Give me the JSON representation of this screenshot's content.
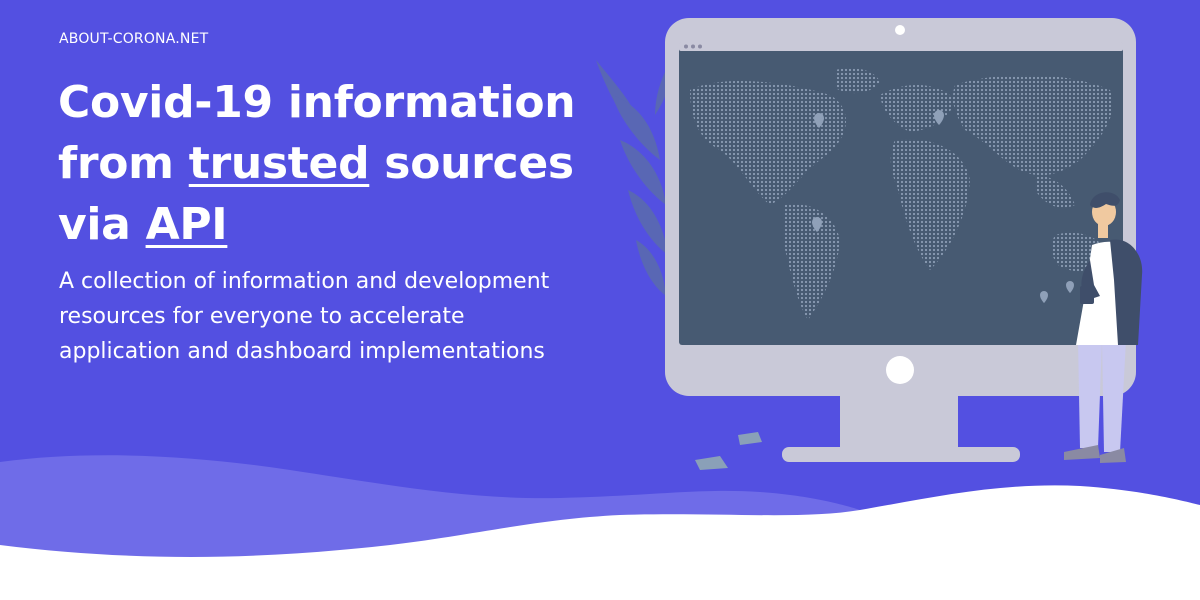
{
  "site": {
    "name": "ABOUT-CORONA.NET"
  },
  "hero": {
    "headline_part1": "Covid-19 information from ",
    "headline_link_trusted": "trusted",
    "headline_part2": " sources via ",
    "headline_link_api": "API",
    "subtitle": "A collection of information and development resources for everyone to accelerate application and dashboard implementations"
  },
  "colors": {
    "background": "#5350e1",
    "screen": "#475a72",
    "monitor_frame": "#c9c9d8",
    "wave_light": "#7570e8",
    "white": "#ffffff"
  },
  "icons": {
    "monitor": "monitor-icon",
    "world_map": "world-map-icon",
    "person": "person-illustration",
    "plant": "plant-illustration"
  }
}
